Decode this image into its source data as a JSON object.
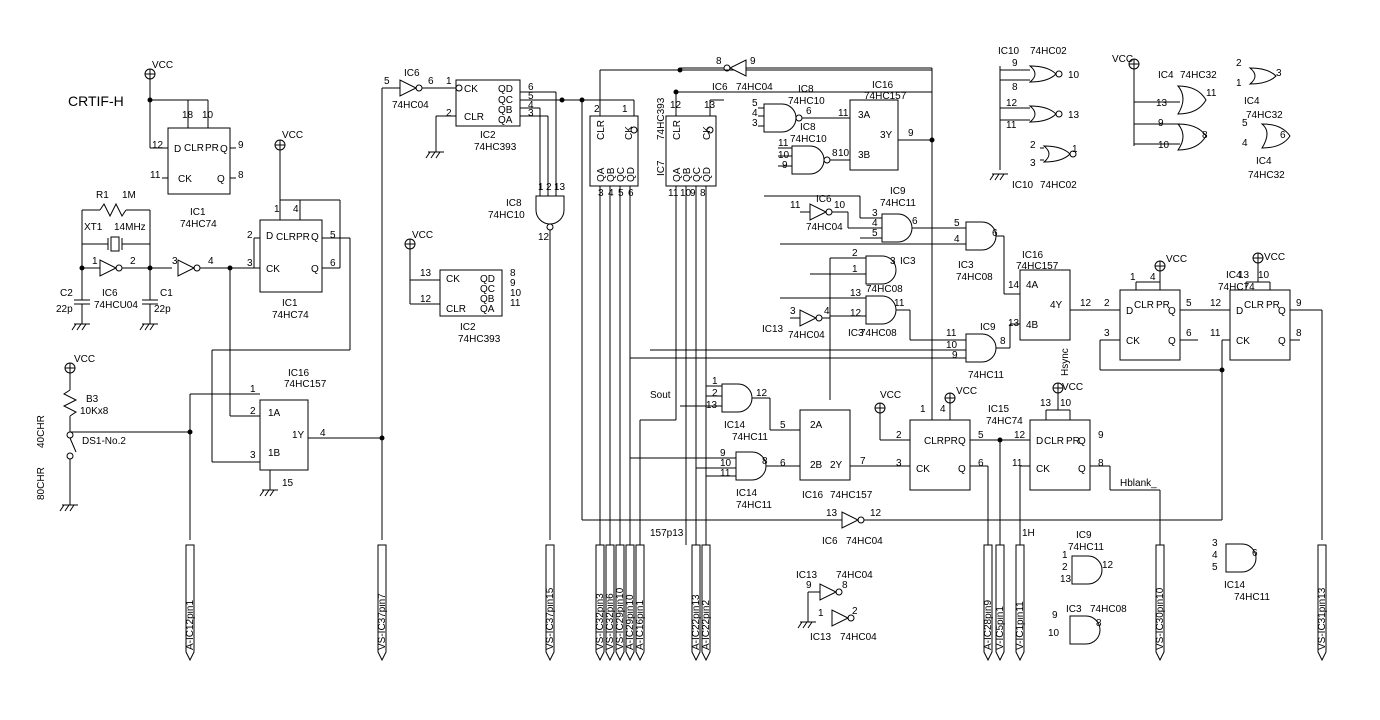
{
  "title": "CRTIF-H",
  "power_label": "VCC",
  "chips": {
    "ic1a": {
      "name": "IC1",
      "type": "74HC74",
      "pins": {
        "clr": "CLR",
        "pr": "PR",
        "d": "D",
        "q": "Q",
        "ck": "CK",
        "qb": "Q"
      },
      "nums": [
        "18",
        "10",
        "12",
        "9",
        "11",
        "8"
      ]
    },
    "ic1b": {
      "name": "IC1",
      "type": "74HC74",
      "nums": [
        "1",
        "4",
        "2",
        "5",
        "3",
        "6"
      ]
    },
    "ic6a": {
      "name": "IC6",
      "type": "74HCU04",
      "nums": [
        "1",
        "2"
      ]
    },
    "ic6b": {
      "nums": [
        "3",
        "4"
      ]
    },
    "ic6c": {
      "name": "IC6",
      "type": "74HC04",
      "nums": [
        "5",
        "6"
      ]
    },
    "ic6d": {
      "name": "IC6",
      "type": "74HC04",
      "nums": [
        "8",
        "9"
      ]
    },
    "ic6e": {
      "name": "IC6",
      "type": "74HC04",
      "nums": [
        "11",
        "10"
      ]
    },
    "ic6f": {
      "name": "IC6",
      "type": "74HC04",
      "nums": [
        "13",
        "12"
      ]
    },
    "ic2a": {
      "name": "IC2",
      "type": "74HC393",
      "pins": {
        "ck": "CK",
        "clr": "CLR",
        "qd": "QD",
        "qc": "QC",
        "qb": "QB",
        "qa": "QA"
      },
      "nums": [
        "1",
        "2",
        "3",
        "4",
        "5",
        "6"
      ]
    },
    "ic2b": {
      "name": "IC2",
      "type": "74HC393",
      "nums": [
        "13",
        "12",
        "8",
        "9",
        "10",
        "11"
      ]
    },
    "ic8a": {
      "name": "IC8",
      "type": "74HC10",
      "nums": [
        "1",
        "2",
        "13",
        "12"
      ]
    },
    "ic8b": {
      "name": "IC8",
      "type": "74HC10",
      "nums": [
        "5",
        "4",
        "3",
        "6"
      ]
    },
    "ic8c": {
      "name": "IC8",
      "type": "74HC10",
      "nums": [
        "11",
        "10",
        "9",
        "8"
      ]
    },
    "ic7": {
      "name": "IC7",
      "type": "74HC393",
      "pins": {
        "clr": "CLR",
        "ck": "CK",
        "qa": "QA",
        "qb": "QB",
        "qc": "QC",
        "qd": "QD"
      },
      "nums": [
        "2",
        "1",
        "3",
        "4",
        "5",
        "6",
        "12",
        "13",
        "11",
        "10",
        "9",
        "8"
      ]
    },
    "ic16a": {
      "name": "IC16",
      "type": "74HC157",
      "pins": {
        "a": "3A",
        "b": "3B",
        "y": "3Y"
      },
      "nums": [
        "11",
        "10",
        "9"
      ]
    },
    "ic16b": {
      "name": "IC16",
      "type": "74HC157",
      "pins": {
        "a": "4A",
        "b": "4B",
        "y": "4Y"
      },
      "nums": [
        "14",
        "13",
        "12"
      ]
    },
    "ic16c": {
      "name": "IC16",
      "type": "74HC157",
      "pins": {
        "a": "1A",
        "b": "1B",
        "y": "1Y"
      },
      "nums": [
        "1",
        "2",
        "3",
        "4",
        "15"
      ]
    },
    "ic16d": {
      "name": "IC16",
      "type": "74HC157",
      "pins": {
        "a": "2A",
        "b": "2B",
        "y": "2Y"
      },
      "nums": [
        "5",
        "6",
        "7"
      ]
    },
    "ic9a": {
      "name": "IC9",
      "type": "74HC11",
      "nums": [
        "3",
        "4",
        "5",
        "6"
      ]
    },
    "ic9b": {
      "name": "IC9",
      "type": "74HC11",
      "nums": [
        "11",
        "10",
        "9",
        "8"
      ]
    },
    "ic9c": {
      "name": "IC9",
      "type": "74HC11",
      "nums": [
        "1",
        "2",
        "13",
        "12"
      ]
    },
    "ic3a": {
      "name": "IC3",
      "type": "74HC08",
      "nums": [
        "5",
        "4",
        "6"
      ]
    },
    "ic3b": {
      "name": "IC3",
      "type": "74HC08",
      "nums": [
        "2",
        "1",
        "3"
      ]
    },
    "ic3c": {
      "name": "IC3",
      "type": "74HC08",
      "nums": [
        "13",
        "12",
        "11"
      ]
    },
    "ic3d": {
      "name": "IC3",
      "type": "74HC08",
      "nums": [
        "9",
        "10",
        "8"
      ]
    },
    "ic13a": {
      "name": "IC13",
      "type": "74HC04",
      "nums": [
        "3",
        "4"
      ]
    },
    "ic13b": {
      "name": "IC13",
      "type": "74HC04",
      "nums": [
        "9",
        "8"
      ]
    },
    "ic13c": {
      "name": "IC13",
      "type": "74HC04",
      "nums": [
        "1",
        "2"
      ]
    },
    "ic4a": {
      "name": "IC4",
      "type": "74HC74",
      "nums": [
        "1",
        "4",
        "2",
        "5",
        "3",
        "6"
      ]
    },
    "ic4b": {
      "name": "IC4",
      "type": "74HC74",
      "nums": [
        "13",
        "10",
        "12",
        "9",
        "11",
        "8"
      ]
    },
    "ic4c": {
      "name": "IC4",
      "type": "74HC32",
      "nums": [
        "2",
        "1",
        "3"
      ]
    },
    "ic4d": {
      "name": "IC4",
      "type": "74HC32",
      "nums": [
        "13",
        "12",
        "11"
      ]
    },
    "ic4e": {
      "name": "IC4",
      "type": "74HC32",
      "nums": [
        "9",
        "10",
        "8"
      ]
    },
    "ic4f": {
      "name": "IC4",
      "type": "74HC32",
      "nums": [
        "5",
        "4",
        "6"
      ]
    },
    "ic10a": {
      "name": "IC10",
      "type": "74HC02",
      "nums": [
        "9",
        "8",
        "10"
      ]
    },
    "ic10b": {
      "name": "IC10",
      "type": "74HC02",
      "nums": [
        "12",
        "11",
        "13"
      ]
    },
    "ic10c": {
      "name": "IC10",
      "type": "74HC02",
      "nums": [
        "2",
        "3",
        "1"
      ]
    },
    "ic14a": {
      "name": "IC14",
      "type": "74HC11",
      "nums": [
        "1",
        "2",
        "13",
        "12"
      ]
    },
    "ic14b": {
      "name": "IC14",
      "type": "74HC11",
      "nums": [
        "9",
        "10",
        "11",
        "8"
      ]
    },
    "ic14c": {
      "name": "IC14",
      "type": "74HC11",
      "nums": [
        "3",
        "4",
        "5",
        "6"
      ]
    },
    "ic15a": {
      "name": "IC15",
      "type": "74HC74",
      "nums": [
        "1",
        "4",
        "2",
        "5",
        "3",
        "6"
      ]
    },
    "ic15b": {
      "name": "IC15",
      "type": "74HC74",
      "nums": [
        "13",
        "10",
        "12",
        "9",
        "11",
        "8"
      ]
    }
  },
  "components": {
    "r1": {
      "name": "R1",
      "value": "1M"
    },
    "xt1": {
      "name": "XT1",
      "value": "14MHz"
    },
    "c1": {
      "name": "C1",
      "value": "22p"
    },
    "c2": {
      "name": "C2",
      "value": "22p"
    },
    "b3": {
      "name": "B3",
      "value": "10Kx8"
    },
    "switch": {
      "name": "DS1-No.2",
      "pos1": "40CHR",
      "pos2": "80CHR"
    }
  },
  "nets": {
    "sout": "Sout",
    "hsync": "Hsync",
    "hblank": "Hblank_",
    "p157": "157p13",
    "one_h": "1H"
  },
  "connectors": [
    "A-IC12pin1",
    "VS-IC37pin7",
    "VS-IC37pin15",
    "VS-IC32pin3",
    "VS-IC32pin6",
    "VS-IC29pin10",
    "A-IC29pin10",
    "A-IC16pin1",
    "A-IC22pin13",
    "A-IC22pin2",
    "A-IC28pin9",
    "V-IC5pin1",
    "V-IC1pin11",
    "VS-IC30pin10",
    "VS-IC31pin13"
  ]
}
